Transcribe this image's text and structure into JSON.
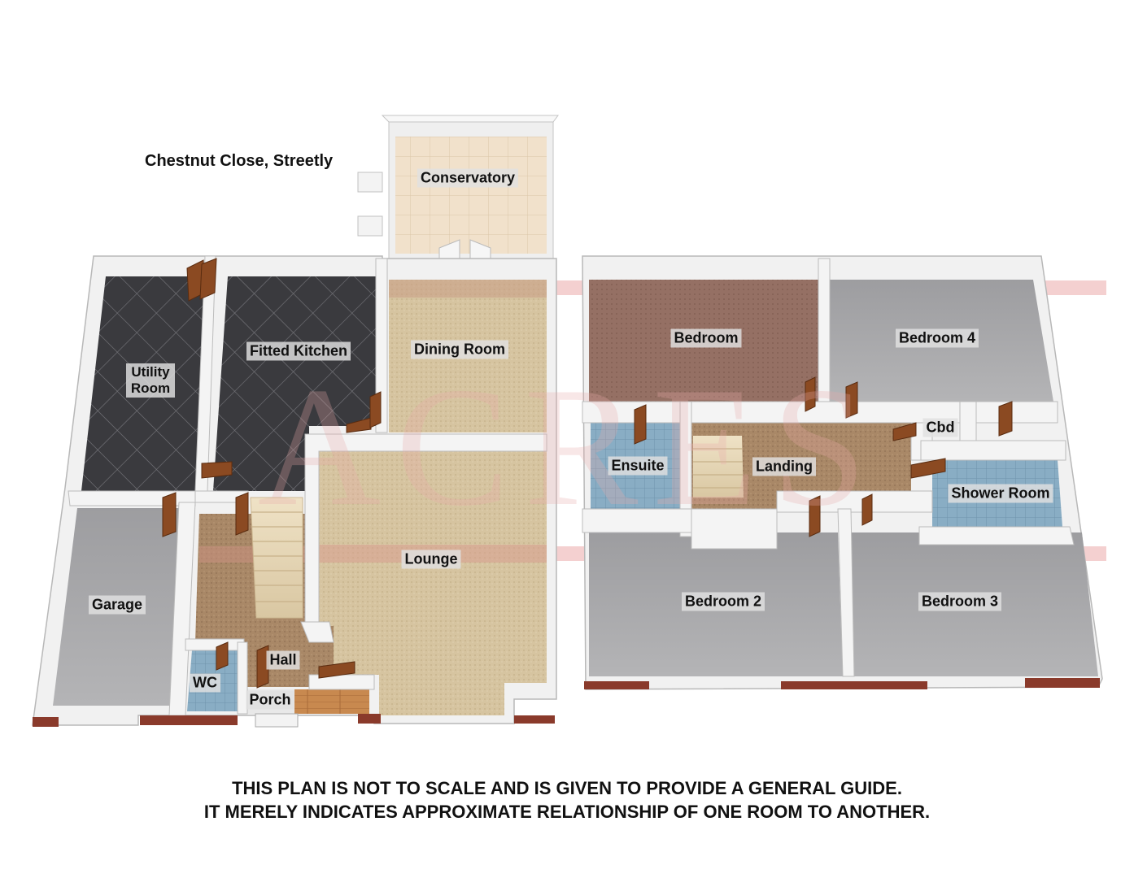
{
  "title": "Chestnut Close, Streetly",
  "watermark_text": "ACRES",
  "disclaimer": {
    "line1": "THIS PLAN IS NOT TO SCALE AND IS GIVEN TO PROVIDE A GENERAL GUIDE.",
    "line2": "IT MERELY INDICATES APPROXIMATE RELATIONSHIP OF ONE ROOM TO ANOTHER."
  },
  "ground_floor": {
    "rooms": {
      "conservatory": "Conservatory",
      "utility_line1": "Utility",
      "utility_line2": "Room",
      "kitchen": "Fitted Kitchen",
      "dining": "Dining Room",
      "lounge": "Lounge",
      "garage": "Garage",
      "hall": "Hall",
      "wc": "WC",
      "porch": "Porch"
    }
  },
  "first_floor": {
    "rooms": {
      "bedroom": "Bedroom",
      "bedroom4": "Bedroom 4",
      "cbd": "Cbd",
      "ensuite": "Ensuite",
      "landing": "Landing",
      "shower": "Shower Room",
      "bedroom2": "Bedroom 2",
      "bedroom3": "Bedroom 3"
    }
  },
  "colors": {
    "wall": "#f2f2f2",
    "wall_edge": "#b9b9b9",
    "brick": "#8c3a2a",
    "carpet_beige": "#d8c7a4",
    "carpet_brown": "#ad8b6b",
    "carpet_rose": "#9b7668",
    "tile_dark": "#3c3c40",
    "tile_blue": "#8db0c6",
    "floor_grey": "#a9a9ab",
    "conservatory_tile": "#f1e0c8",
    "wood_floor": "#c58a52",
    "door": "#8b4a22",
    "watermark": "#e4a7a7"
  }
}
